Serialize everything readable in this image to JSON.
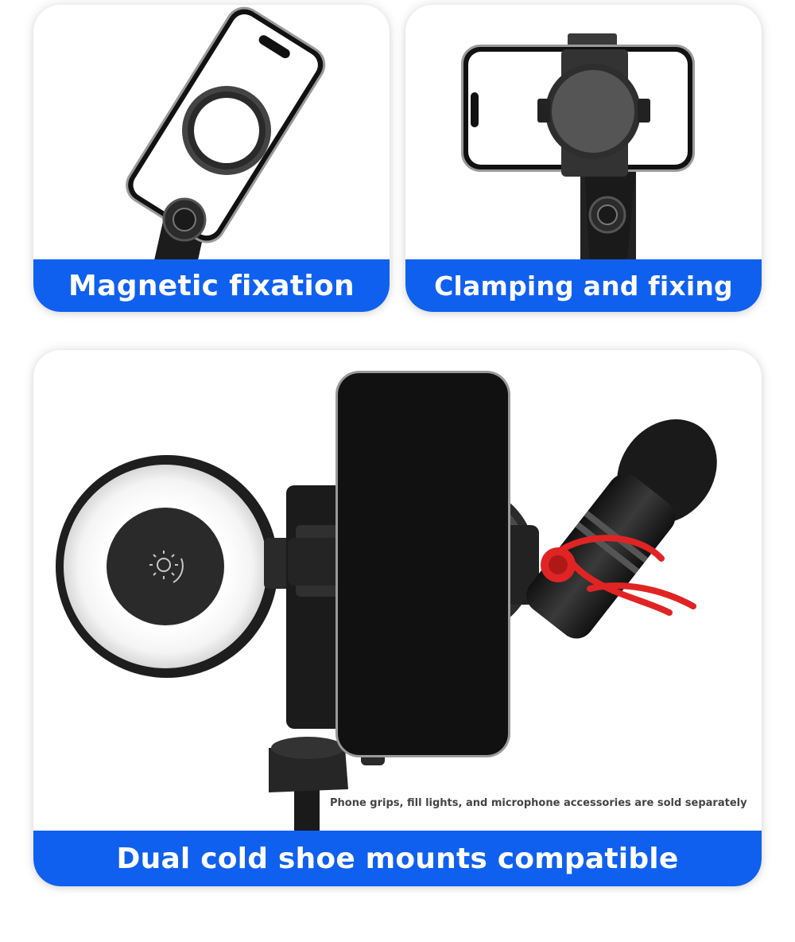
{
  "cards": [
    {
      "caption": "Magnetic fixation"
    },
    {
      "caption": "Clamping and fixing"
    },
    {
      "caption": "Dual cold shoe mounts compatible",
      "note": "Phone grips, fill lights, and microphone accessories are sold separately"
    }
  ],
  "colors": {
    "banner": "#1060f0",
    "banner_text": "#ffffff",
    "accessory_red": "#e02424",
    "note_text": "#444444"
  },
  "icons": [
    "phone-icon",
    "magnetic-ring-icon",
    "clamp-holder-icon",
    "fill-light-icon",
    "microphone-icon",
    "brightness-icon",
    "tripod-head-icon"
  ]
}
